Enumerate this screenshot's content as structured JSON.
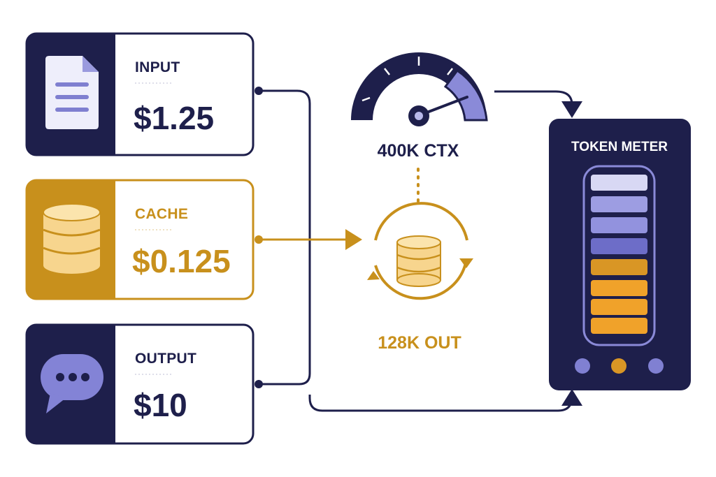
{
  "colors": {
    "navy": "#1e1f4b",
    "gold": "#c8901c",
    "gold_light": "#f7d58e",
    "lavender": "#7f7fd0",
    "lavender_light": "#d8d8f4",
    "orange": "#f0a22a"
  },
  "cards": [
    {
      "label": "INPUT",
      "price": "$1.25",
      "icon": "document-icon"
    },
    {
      "label": "CACHE",
      "price": "$0.125",
      "icon": "database-icon"
    },
    {
      "label": "OUTPUT",
      "price": "$10",
      "icon": "chat-bubble-icon"
    }
  ],
  "gauge": {
    "caption": "400K CTX",
    "icon": "gauge-icon"
  },
  "cache_cycle": {
    "caption": "128K OUT",
    "icon": "refresh-database-icon"
  },
  "meter": {
    "title": "TOKEN METER",
    "segments": [
      "lavender-light",
      "lavender",
      "lavender",
      "indigo",
      "gold",
      "orange",
      "orange",
      "orange"
    ]
  }
}
